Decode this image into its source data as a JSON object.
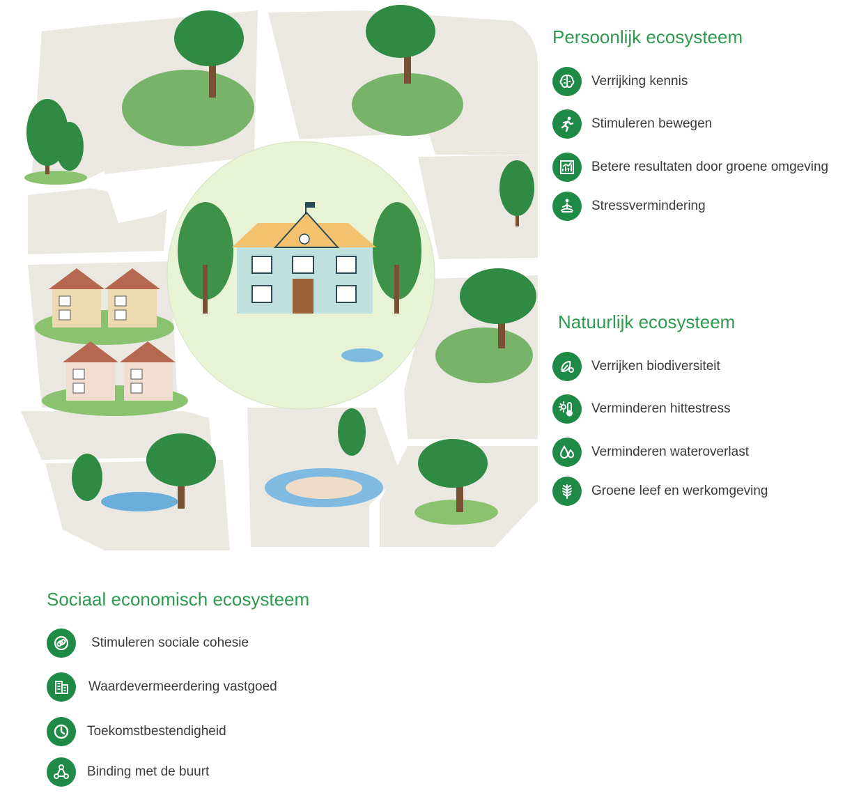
{
  "sections": {
    "personal": {
      "title": "Persoonlijk ecosysteem",
      "items": [
        {
          "label": "Verrijking kennis",
          "icon": "brain-icon"
        },
        {
          "label": "Stimuleren bewegen",
          "icon": "running-person-icon"
        },
        {
          "label": "Betere resultaten door groene omgeving",
          "icon": "growth-chart-icon"
        },
        {
          "label": "Stressvermindering",
          "icon": "meditation-icon"
        }
      ]
    },
    "natural": {
      "title": "Natuurlijk ecosysteem",
      "items": [
        {
          "label": "Verrijken biodiversiteit",
          "icon": "biodiversity-icon"
        },
        {
          "label": "Verminderen hittestress",
          "icon": "thermometer-sun-icon"
        },
        {
          "label": "Verminderen wateroverlast",
          "icon": "water-drops-icon"
        },
        {
          "label": "Groene leef en werkomgeving",
          "icon": "leaf-icon"
        }
      ]
    },
    "social": {
      "title": "Sociaal economisch ecosysteem",
      "items": [
        {
          "label": "Stimuleren sociale cohesie",
          "icon": "link-icon"
        },
        {
          "label": "Waardevermeerdering vastgoed",
          "icon": "buildings-icon"
        },
        {
          "label": "Toekomstbestendigheid",
          "icon": "clock-icon"
        },
        {
          "label": "Binding met de buurt",
          "icon": "network-icon"
        }
      ]
    }
  },
  "colors": {
    "accent_green": "#2e9a4f",
    "icon_green": "#1f8a45",
    "ground_block": "#ebe8e2",
    "center_circle": "#e8f3d6"
  }
}
